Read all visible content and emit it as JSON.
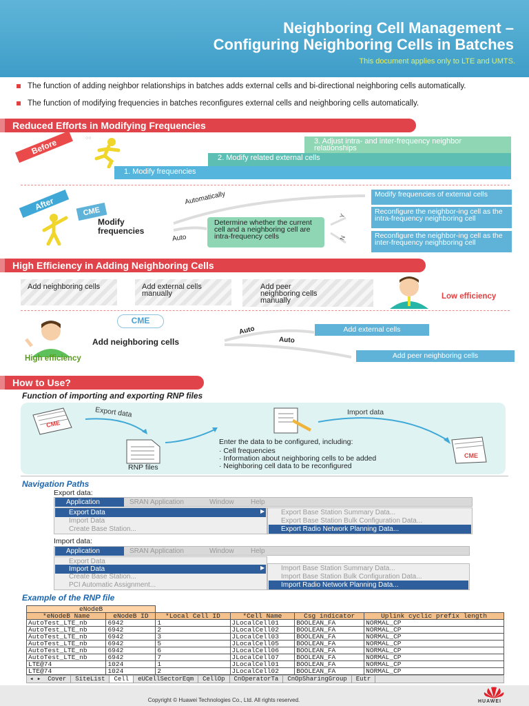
{
  "header": {
    "title_line1": "Neighboring Cell Management –",
    "title_line2": "Configuring Neighboring Cells in Batches",
    "subtitle": "This document applies only to LTE and UMTS."
  },
  "bullets": [
    "The function of adding neighbor relationships in batches adds external cells and bi-directional neighboring cells automatically.",
    "The function of modifying frequencies in batches reconfigures external cells and neighboring cells automatically."
  ],
  "section1": {
    "title": "Reduced Efforts in Modifying Frequencies",
    "before_label": "Before",
    "steps": [
      "3. Adjust intra- and inter-frequency neighbor relationships",
      "2. Modify related external cells",
      "1. Modify frequencies"
    ],
    "after_label": "After",
    "cme_label": "CME",
    "modify_label": "Modify frequencies",
    "automatically_label": "Automatically",
    "auto_label": "Auto",
    "decision_text": "Determine whether the current cell and a neighboring cell are intra-frequency cells",
    "y_label": "Y",
    "n_label": "N",
    "results": [
      "Modify frequencies of external cells",
      "Reconfigure the neighbor-ing cell as the intra-frequency neighboring cell",
      "Reconfigure the neighbor-ing cell as the inter-frequency neighboring cell"
    ]
  },
  "section2": {
    "title": "High Efficiency in Adding Neighboring Cells",
    "manual_steps": [
      "Add neighboring cells",
      "Add external cells manually",
      "Add peer neighboring cells manually"
    ],
    "low_efficiency": "Low efficiency",
    "cme_label": "CME",
    "add_label": "Add neighboring cells",
    "auto1": "Auto",
    "auto2": "Auto",
    "high_efficiency": "High efficiency",
    "results": [
      "Add external cells",
      "Add peer neighboring cells"
    ]
  },
  "section3": {
    "title": "How to Use?",
    "subtitle": "Function of importing and exporting RNP files",
    "export_label": "Export data",
    "import_label": "Import data",
    "rnp_files": "RNP files",
    "cme_label": "CME",
    "enter_text": "Enter the data to be configured, including:",
    "enter_items": [
      "· Cell frequencies",
      "· Information about neighboring cells to be added",
      "· Neighboring cell data to be reconfigured"
    ]
  },
  "navigation": {
    "title": "Navigation Paths",
    "export_caption": "Export data:",
    "import_caption": "Import data:",
    "menubar": [
      "Application",
      "SRAN Application",
      "Window",
      "Help"
    ],
    "export_menu": [
      "Export Data",
      "Import Data",
      "Create Base Station..."
    ],
    "export_submenu": [
      "Export Base Station Summary Data...",
      "Export Base Station Bulk Configuration Data...",
      "Export Radio Network Planning Data..."
    ],
    "import_menu": [
      "Export Data",
      "Import Data",
      "Create Base Station...",
      "PCI Automatic Assignment..."
    ],
    "import_submenu": [
      "Import Base Station Summary Data...",
      "Import Base Station Bulk Configuration Data...",
      "Import Radio Network Planning Data..."
    ]
  },
  "rnp": {
    "title": "Example of the RNP file",
    "group": "eNodeB",
    "columns": [
      "*eNodeB Name",
      "eNodeB ID",
      "*Local Cell ID",
      "*Cell Name",
      "Csg indicator",
      "Uplink cyclic prefix length"
    ],
    "rows": [
      [
        "AutoTest_LTE_nb",
        "6942",
        "1",
        "JLocalCell01",
        "BOOLEAN_FA",
        "NORMAL_CP"
      ],
      [
        "AutoTest_LTE_nb",
        "6942",
        "2",
        "JLocalCell02",
        "BOOLEAN_FA",
        "NORMAL_CP"
      ],
      [
        "AutoTest_LTE_nb",
        "6942",
        "3",
        "JLocalCell03",
        "BOOLEAN_FA",
        "NORMAL_CP"
      ],
      [
        "AutoTest_LTE_nb",
        "6942",
        "5",
        "JLocalCell05",
        "BOOLEAN_FA",
        "NORMAL_CP"
      ],
      [
        "AutoTest_LTE_nb",
        "6942",
        "6",
        "JLocalCell06",
        "BOOLEAN_FA",
        "NORMAL_CP"
      ],
      [
        "AutoTest_LTE_nb",
        "6942",
        "7",
        "JLocalCell07",
        "BOOLEAN_FA",
        "NORMAL_CP"
      ],
      [
        "LTE@74",
        "1024",
        "1",
        "JLocalCell01",
        "BOOLEAN_FA",
        "NORMAL_CP"
      ],
      [
        "LTE@74",
        "1024",
        "2",
        "JLocalCell02",
        "BOOLEAN_FA",
        "NORMAL_CP"
      ]
    ],
    "sheet_tabs": [
      "Cover",
      "SiteList",
      "Cell",
      "eUCellSectorEqm",
      "CellOp",
      "CnOperatorTa",
      "CnOpSharingGroup",
      "Eutr"
    ]
  },
  "footer": {
    "copyright": "Copyright © Huawei Technologies Co., Ltd. All rights reserved.",
    "logo": "HUAWEI"
  }
}
